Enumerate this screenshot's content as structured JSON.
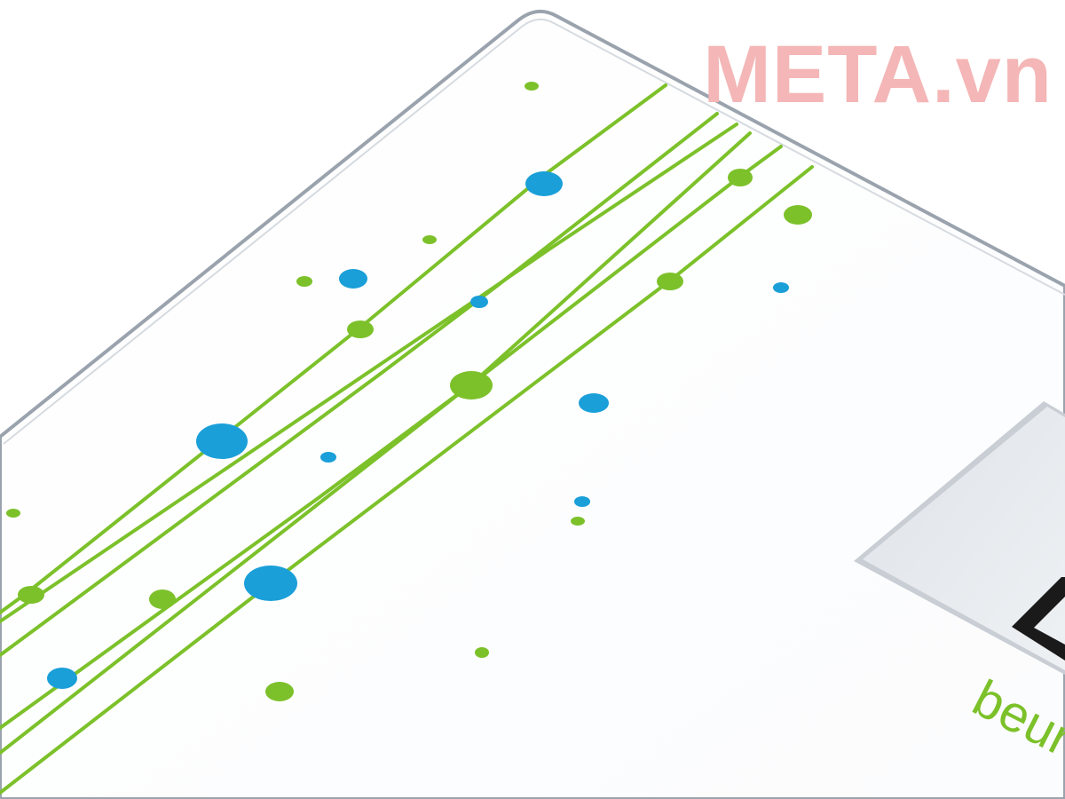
{
  "watermark": {
    "text": "META.vn",
    "color": "#f4b6b6"
  },
  "brand": {
    "visible_text": "beur",
    "color": "#7cc12a"
  },
  "colors": {
    "background": "#ffffff",
    "glass_edge": "#9aa3ad",
    "line_green": "#7cc12a",
    "dot_green": "#7cc12a",
    "dot_blue": "#1a9fd8",
    "display_panel": "#e9ecf0",
    "display_frame": "#1a1a1a"
  },
  "icons": [
    "scale-glass-platform",
    "lcd-display-window"
  ]
}
